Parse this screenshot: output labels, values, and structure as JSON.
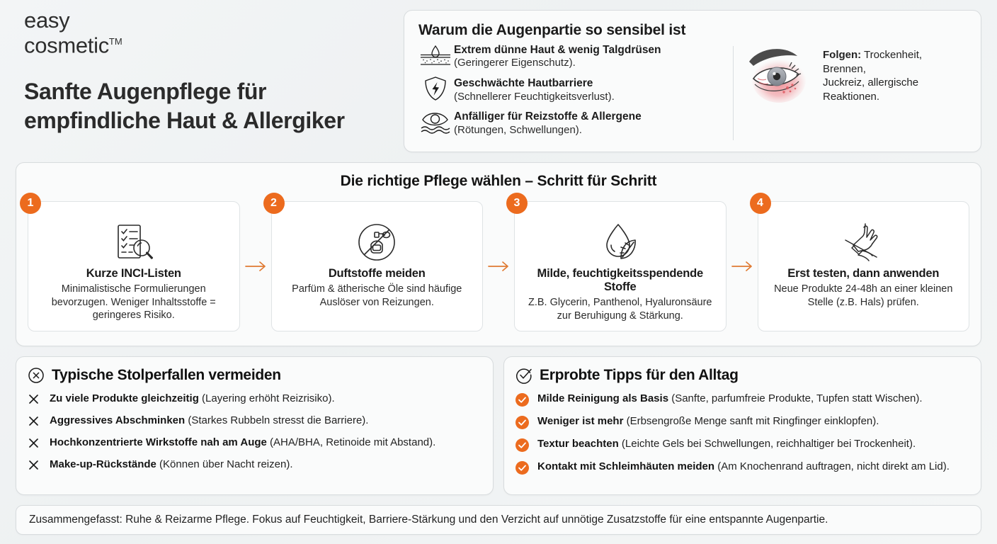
{
  "brand": {
    "line1": "easy",
    "line2": "cosmetic",
    "tm": "TM"
  },
  "headline": "Sanfte Augenpflege für\nempfindliche Haut & Allergiker",
  "headline_line1": "Sanfte Augenpflege für",
  "headline_line2": "empfindliche Haut & Allergiker",
  "why_card": {
    "title": "Warum die Augenpartie so sensibel ist",
    "items": [
      {
        "icon": "skin-layers-droplet-icon",
        "bold": "Extrem dünne Haut & wenig Talgdrüsen",
        "note": "(Geringerer Eigenschutz)."
      },
      {
        "icon": "shield-crack-icon",
        "bold": "Geschwächte Hautbarriere",
        "note": "(Schnellerer Feuchtigkeitsverlust)."
      },
      {
        "icon": "irritated-eye-icon",
        "bold": "Anfälliger für Reizstoffe & Allergene",
        "note": "(Rötungen, Schwellungen)."
      }
    ],
    "consequences": {
      "icon": "red-irritated-eye-illustration",
      "label": "Folgen:",
      "text_line1": " Trockenheit, Brennen,",
      "text_line2": "Juckreiz, allergische Reaktionen."
    }
  },
  "steps_panel": {
    "title": "Die richtige Pflege wählen – Schritt für Schritt",
    "arrow": "→",
    "steps": [
      {
        "number": "1",
        "icon": "checklist-magnifier-icon",
        "heading": "Kurze INCI-Listen",
        "text": "Minimalistische Formulierungen bevorzugen. Weniger Inhaltsstoffe = geringeres Risiko."
      },
      {
        "number": "2",
        "icon": "no-perfume-icon",
        "heading": "Duftstoffe meiden",
        "text": "Parfüm & ätherische Öle sind häufige Auslöser von Reizungen."
      },
      {
        "number": "3",
        "icon": "droplet-leaf-icon",
        "heading": "Milde, feuchtigkeitsspendende Stoffe",
        "text": "Z.B. Glycerin, Panthenol, Hyaluronsäure zur Beruhigung & Stärkung."
      },
      {
        "number": "4",
        "icon": "patch-test-hand-icon",
        "heading": "Erst testen, dann anwenden",
        "text": "Neue Produkte 24-48h an einer kleinen Stelle (z.B. Hals) prüfen."
      }
    ]
  },
  "pitfalls": {
    "icon": "x-circle-icon",
    "title": "Typische Stolperfallen vermeiden",
    "bullet_icon": "x-mark-icon",
    "items": [
      {
        "bold": "Zu viele Produkte gleichzeitig",
        "note": " (Layering erhöht Reizrisiko)."
      },
      {
        "bold": "Aggressives Abschminken",
        "note": " (Starkes Rubbeln stresst die Barriere)."
      },
      {
        "bold": "Hochkonzentrierte Wirkstoffe nah am Auge",
        "note": " (AHA/BHA, Retinoide mit Abstand)."
      },
      {
        "bold": "Make-up-Rückstände",
        "note": " (Können über Nacht reizen)."
      }
    ]
  },
  "tips": {
    "icon": "check-circle-outline-icon",
    "title": "Erprobte Tipps für den Alltag",
    "bullet_icon": "check-circle-filled-icon",
    "items": [
      {
        "bold": "Milde Reinigung als Basis",
        "note": " (Sanfte, parfumfreie Produkte, Tupfen statt Wischen)."
      },
      {
        "bold": "Weniger ist mehr",
        "note": " (Erbsengroße Menge sanft mit Ringfinger einklopfen)."
      },
      {
        "bold": "Textur beachten",
        "note": " (Leichte Gels bei Schwellungen, reichhaltiger bei Trockenheit)."
      },
      {
        "bold": "Kontakt mit Schleimhäuten meiden",
        "note": " (Am Knochenrand auftragen, nicht direkt am Lid)."
      }
    ]
  },
  "footer": {
    "text": "Zusammengefasst: Ruhe & Reizarme Pflege. Fokus auf Feuchtigkeit, Barriere-Stärkung und den Verzicht auf unnötige Zusatzstoffe für eine entspannte Augenpartie."
  },
  "colors": {
    "accent_orange": "#ec6b1e",
    "arrow_orange": "#e07b33",
    "background": "#f1f3f4",
    "card_bg": "#fafbfb",
    "border": "#d8dcde",
    "text": "#232323",
    "irritation_red": "#e8707a"
  }
}
